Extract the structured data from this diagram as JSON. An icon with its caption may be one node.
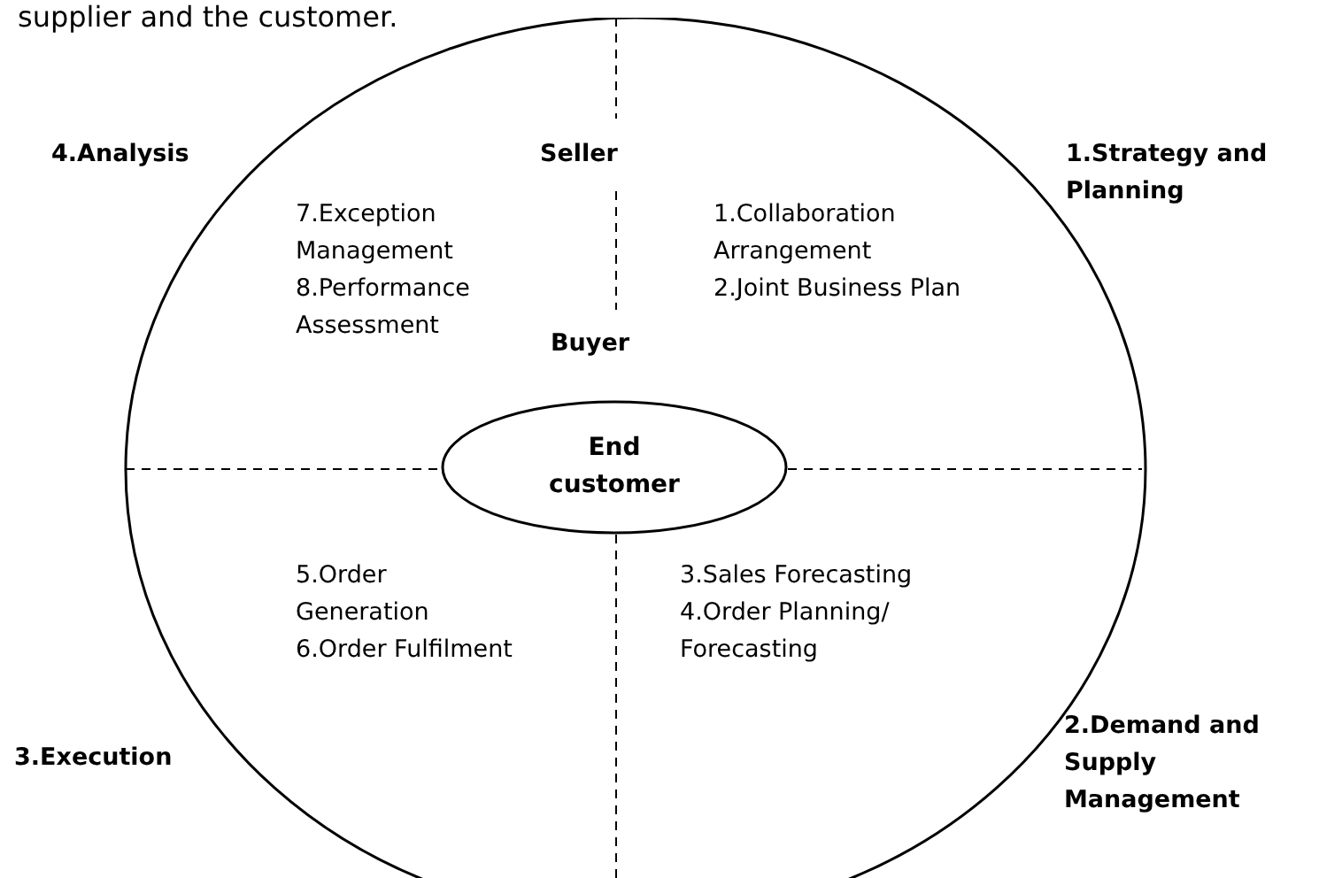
{
  "diagram": {
    "nodes": [
      {
        "text": [],
        "shape": "ellipse"
      },
      {
        "text": [
          "End customer"
        ],
        "in": 0
      }
    ],
    "labels": [
      "supplier and the customer.",
      "4.Analysis",
      "Seller",
      "1.Strategy and Planning",
      "7.Exception Management",
      "8.Performance Assessment",
      "Buyer",
      "1.Collaboration Arrangement",
      "2.Joint Business Plan",
      "5.Order Generation",
      "6.Order Fulfilment",
      "3.Sales Forecasting",
      "4.Order Planning/ Forecasting",
      "3.Execution",
      "2.Demand and Supply Management"
    ]
  }
}
